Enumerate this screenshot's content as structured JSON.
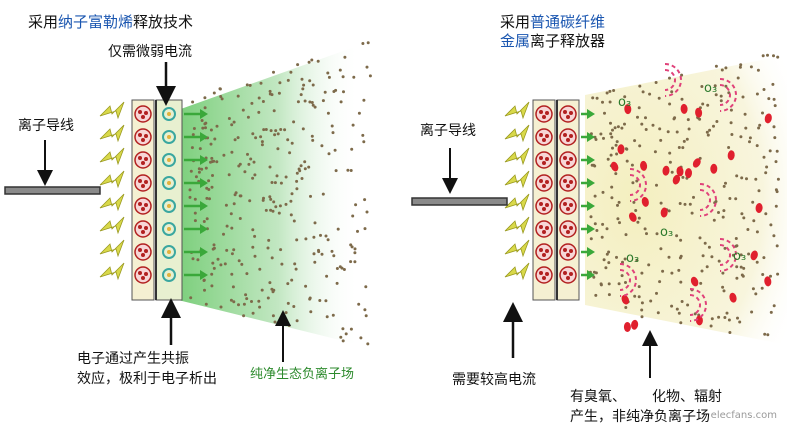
{
  "left_panel": {
    "title_prefix": "采用",
    "title_highlight": "纳子富勒烯",
    "title_suffix": "释放技术",
    "current_label": "仅需微弱电流",
    "wire_label": "离子导线",
    "effect_line1": "电子通过产生共振",
    "effect_line2": "效应，极利于电子析出",
    "field_label": "纯净生态负离子场"
  },
  "right_panel": {
    "title_line1_prefix": "采用",
    "title_line1_highlight": "普通碳纤维",
    "title_line2_highlight": "金属",
    "title_line2_suffix": "离子释放器",
    "wire_label": "离子导线",
    "current_label": "需要较高电流",
    "effect_line1": "有臭氧、",
    "effect_line1_tail": "化物、辐射",
    "effect_line2": "产生，非纯净负离子场",
    "ozone_label": "o₃"
  },
  "colors": {
    "field_green": "#8fd18f",
    "field_yellow": "#f3ecb8",
    "fullerene_red": "#b22020",
    "ozone_red": "#e0202e",
    "highlight_blue": "#1a56b0",
    "label_green": "#2c8a2c"
  },
  "watermark": "elecfans.com"
}
